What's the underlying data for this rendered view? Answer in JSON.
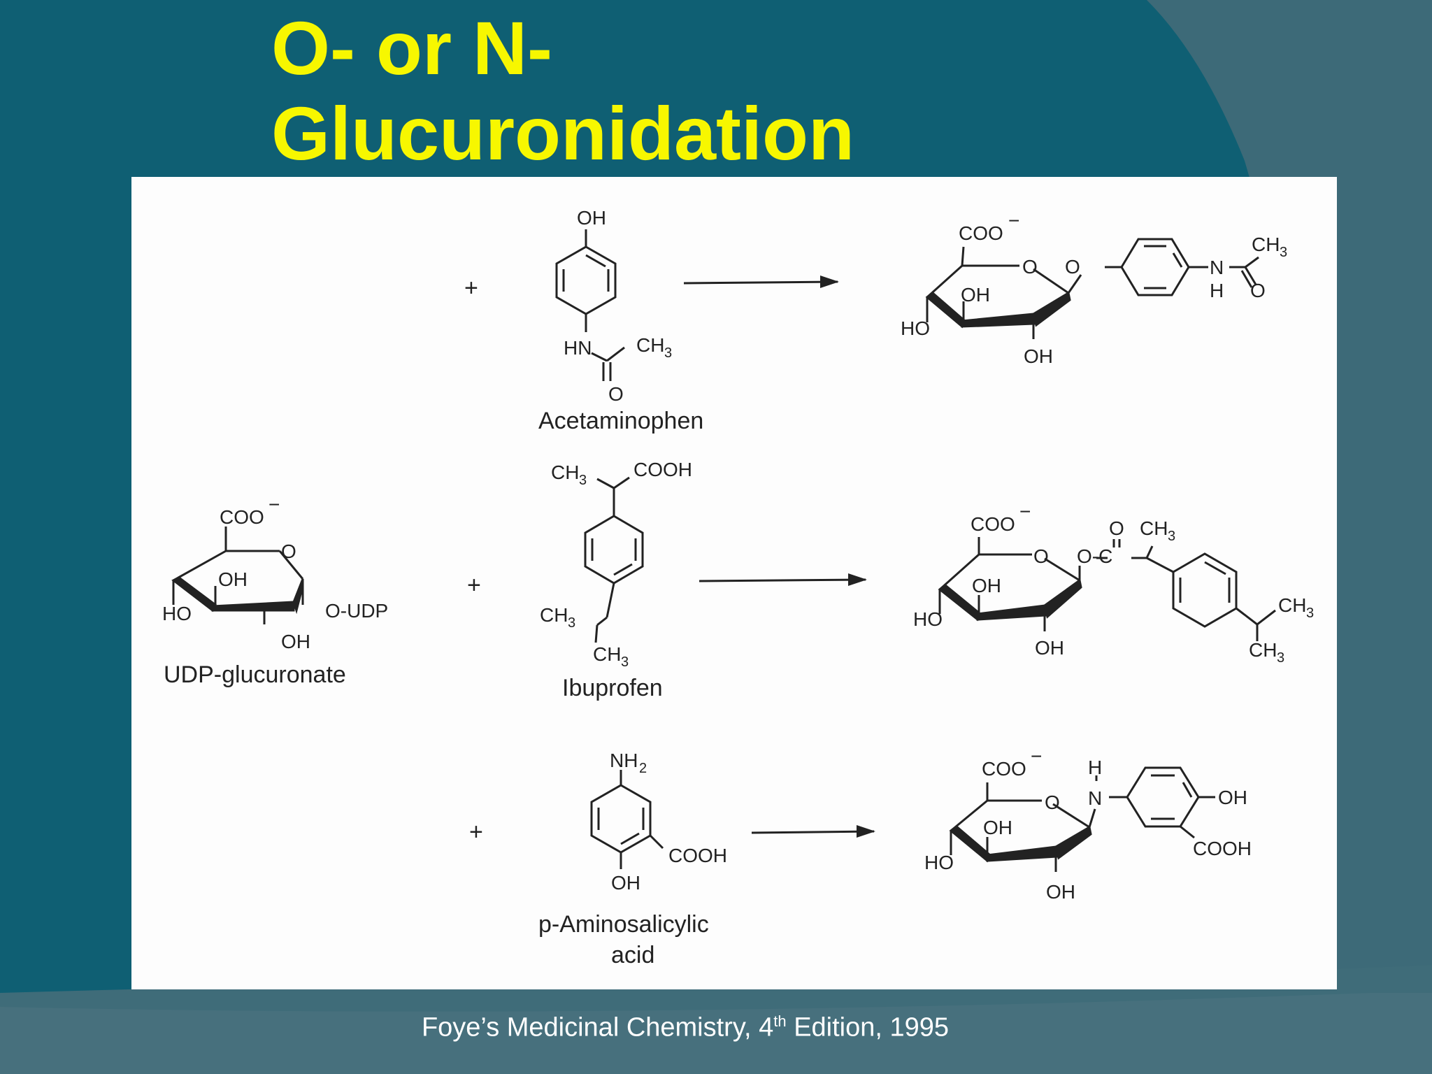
{
  "slide": {
    "title_line1": "O- or N-",
    "title_line2": "Glucuronidation",
    "citation_pre": "Foye’s Medicinal Chemistry, 4",
    "citation_sup": "th",
    "citation_post": " Edition, 1995"
  },
  "colors": {
    "background": "#0f5f73",
    "title": "#f7f700",
    "panel": "#fdfdfd",
    "text": "#ffffff"
  },
  "diagram": {
    "plus": "+",
    "labels": {
      "OH": "OH",
      "HO": "HO",
      "O": "O",
      "N": "N",
      "H": "H",
      "HN": "HN",
      "CH": "CH",
      "sub3": "3",
      "sub2": "2",
      "COO": "COO",
      "minus": "−",
      "COOH": "COOH",
      "NH": "NH",
      "OUDP": "O-UDP",
      "OC": "O-C"
    },
    "captions": {
      "udp": "UDP-glucuronate",
      "acetaminophen": "Acetaminophen",
      "ibuprofen": "Ibuprofen",
      "pas_line1": "p-Aminosalicylic",
      "pas_line2": "acid"
    }
  }
}
